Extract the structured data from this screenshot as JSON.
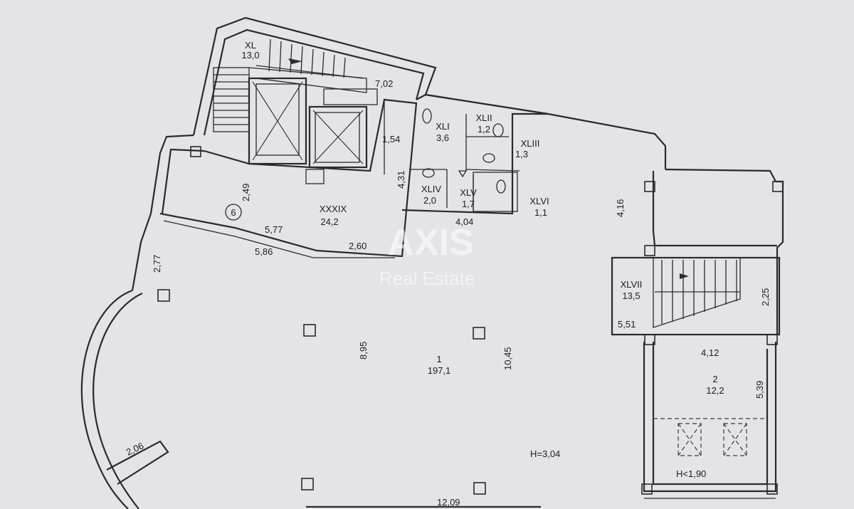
{
  "watermark": {
    "brand": "AXIS",
    "subtitle": "Real Estate"
  },
  "rooms": {
    "r1": {
      "number": "1",
      "area": "197,1"
    },
    "r2": {
      "number": "2",
      "area": "12,2"
    },
    "xxxix": {
      "number": "XXXIX",
      "area": "24,2"
    },
    "xl": {
      "number": "XL",
      "area": "13,0"
    },
    "xli": {
      "number": "XLI",
      "area": "3,6"
    },
    "xlii": {
      "number": "XLII",
      "area": "1,2"
    },
    "xliii": {
      "number": "XLIII",
      "area": "1,3"
    },
    "xliv": {
      "number": "XLIV",
      "area": "2,0"
    },
    "xlv": {
      "number": "XLV",
      "area": "1,7"
    },
    "xlvi": {
      "number": "XLVI",
      "area": "1,1"
    },
    "xlvii": {
      "number": "XLVII",
      "area": "13,5"
    }
  },
  "dimensions": {
    "d_702": "7,02",
    "d_154": "1,54",
    "d_431": "4,31",
    "d_249": "2,49",
    "d_577": "5,77",
    "d_586": "5,86",
    "d_260": "2,60",
    "d_404": "4,04",
    "d_416": "4,16",
    "d_277": "2,77",
    "d_895": "8,95",
    "d_1045": "10,45",
    "d_206": "2,06",
    "d_1209": "12,09",
    "d_551": "5,51",
    "d_225": "2,25",
    "d_412": "4,12",
    "d_539": "5,39"
  },
  "heights": {
    "main": "H=3,04",
    "room2": "H<1,90"
  },
  "axis_marker": "6"
}
